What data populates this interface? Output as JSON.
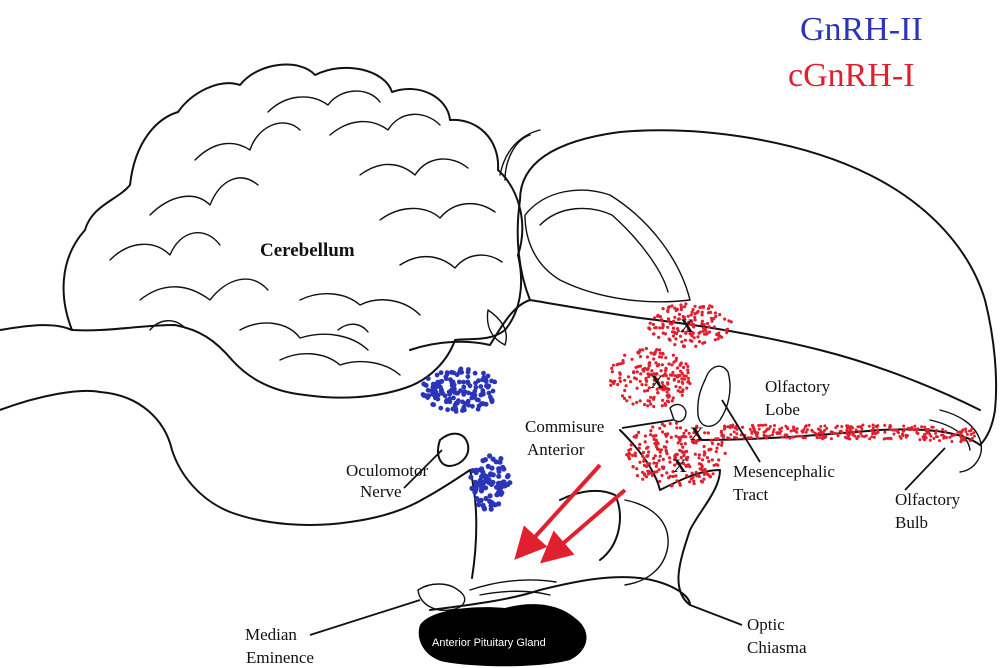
{
  "legend": {
    "gnrh2": {
      "label": "GnRH-II",
      "color": "#2b35b8"
    },
    "cgnrh1": {
      "label": "cGnRH-I",
      "color": "#e0202e"
    }
  },
  "labels": {
    "cerebellum": "Cerebellum",
    "olfactory_lobe_1": "Olfactory",
    "olfactory_lobe_2": "Lobe",
    "commisure_1": "Commisure",
    "commisure_2": "Anterior",
    "oculomotor_1": "Oculomotor",
    "oculomotor_2": "Nerve",
    "mesencephalic_1": "Mesencephalic",
    "mesencephalic_2": "Tract",
    "olfactory_bulb_1": "Olfactory",
    "olfactory_bulb_2": "Bulb",
    "median_1": "Median",
    "median_2": "Eminence",
    "anterior_pituitary": "Anterior Pituitary Gland",
    "optic_1": "Optic",
    "optic_2": "Chiasma"
  },
  "markers": {
    "cross": "X"
  },
  "colors": {
    "arrow": "#e0202e",
    "pituitary_fill": "#000000"
  }
}
